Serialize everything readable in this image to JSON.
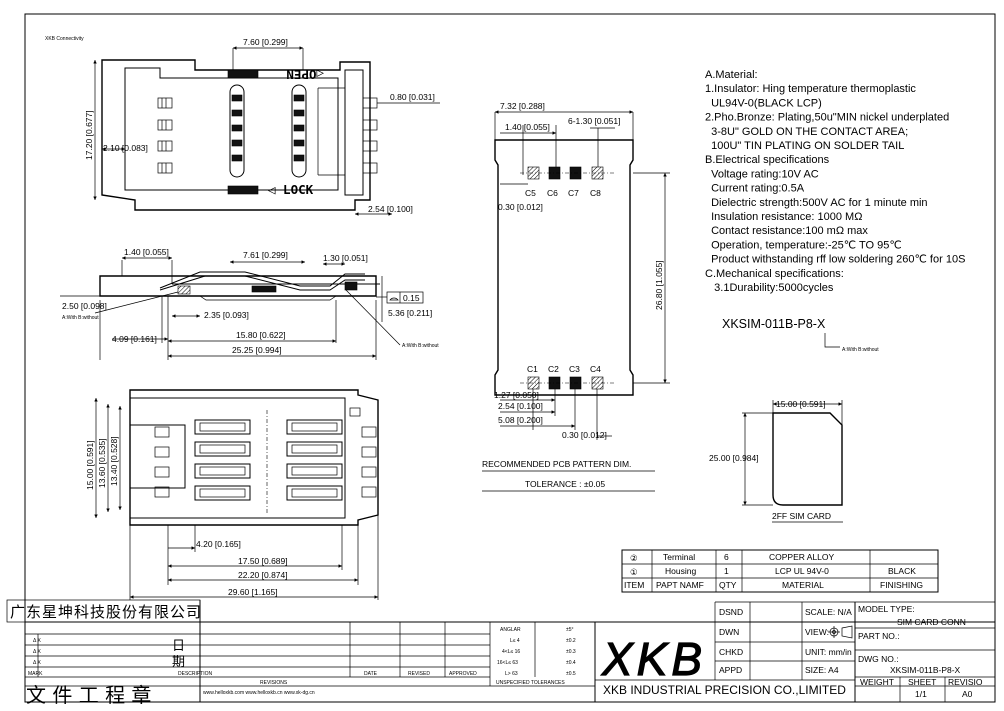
{
  "corner_label": "XKB Connectivity",
  "top_view": {
    "dim_top": "7.60 [0.299]",
    "dim_height": "17.20 [0.677]",
    "dim_left": "2.10 [0.083]",
    "dim_pin_width": "0.80 [0.031]",
    "dim_bottom_right": "2.54 [0.100]",
    "label_open": "◁OPEN",
    "label_lock": "◁ LOCK"
  },
  "side_view": {
    "dim_left_top": "1.40 [0.055]",
    "dim_mid_top": "7.61 [0.299]",
    "dim_right_top": "1.30 [0.051]",
    "dim_height": "2.50 [0.098]",
    "ab_left": "A:With  B:without",
    "dim_235": "2.35 [0.093]",
    "flatness": "0.15",
    "dim_536": "5.36 [0.211]",
    "dim_409": "4.09 [0.161]",
    "dim_1580": "15.80 [0.622]",
    "dim_2525": "25.25 [0.994]",
    "ab_right": "A:With  B:without"
  },
  "bottom_view": {
    "dim_15": "15.00 [0.591]",
    "dim_1360": "13.60 [0.535]",
    "dim_1340": "13.40 [0.528]",
    "dim_420": "4.20 [0.165]",
    "dim_1750": "17.50 [0.689]",
    "dim_2220": "22.20 [0.874]",
    "dim_2960": "29.60 [1.165]"
  },
  "pcb": {
    "dim_732": "7.32 [0.288]",
    "dim_140": "1.40 [0.055]",
    "dim_6x130": "6-1.30 [0.051]",
    "dim_030a": "0.30 [0.012]",
    "dim_2680": "26.80 [1.055]",
    "dim_127": "1.27 [0.050]",
    "dim_254": "2.54 [0.100]",
    "dim_508": "5.08 [0.200]",
    "dim_030b": "0.30 [0.012]",
    "pads_top": [
      "C5",
      "C6",
      "C7",
      "C8"
    ],
    "pads_bottom": [
      "C1",
      "C2",
      "C3",
      "C4"
    ],
    "title": "RECOMMENDED  PCB  PATTERN  DIM.",
    "tolerance": "TOLERANCE : ±0.05"
  },
  "specs": [
    "A.Material:",
    "1.Insulator: Hing temperature thermoplastic",
    "  UL94V-0(BLACK LCP)",
    "2.Pho.Bronze: Plating,50u\"MIN nickel underplated",
    "  3-8U\" GOLD ON THE CONTACT AREA;",
    "  100U\" TIN PLATING ON SOLDER TAIL",
    "B.Electrical specifications",
    "  Voltage rating:10V AC",
    "  Current rating:0.5A",
    "  Dielectric strength:500V AC for 1 minute min",
    "  Insulation resistance: 1000 MΩ",
    "  Contact resistance:100 mΩ max",
    "  Operation, temperature:-25℃ TO 95℃",
    "  Product withstanding rff low soldering 260℃ for 10S",
    "C.Mechanical specifications:",
    "   3.1Durability:5000cycles"
  ],
  "part_code": "XKSIM-011B-P8-X",
  "part_code_note": "A:With  B:without",
  "sim_card": {
    "dim_w": "15.00 [0.591]",
    "dim_h": "25.00 [0.984]",
    "label": "2FF SIM CARD"
  },
  "bom": {
    "rows": [
      {
        "item": "②",
        "name": "Terminal",
        "qty": "6",
        "material": "COPPER ALLOY",
        "finishing": ""
      },
      {
        "item": "①",
        "name": "Housing",
        "qty": "1",
        "material": "LCP UL 94V-0",
        "finishing": "BLACK"
      }
    ],
    "header": {
      "item": "ITEM",
      "name": "PAPT NAMF",
      "qty": "QTY",
      "material": "MATERIAL",
      "finishing": "FINISHING"
    }
  },
  "company_cn": "广东星坤科技股份有限公司",
  "stamp_bottom": "文 件 工 程 章",
  "stamp_side": [
    "日",
    "期"
  ],
  "revision_rows": [
    "Δ X",
    "Δ X",
    "Δ X"
  ],
  "revision_header": {
    "mark": "MARK",
    "description": "DESCRIPTION",
    "revisions": "REVISIONS",
    "date": "DATE",
    "revised": "REVISED",
    "approved": "APPROVED"
  },
  "websites": "www.helloxkb.com   www.helloxkb.cn  www.xk-dg.cn",
  "tolerances": {
    "header": [
      "ANGLAR",
      "±5°"
    ],
    "rows": [
      [
        "L≤  4",
        "±0.2"
      ],
      [
        "4<L≤  16",
        "±0.3"
      ],
      [
        "16<L≤  63",
        "±0.4"
      ],
      [
        "L>  63",
        "±0.5"
      ]
    ],
    "footer": "UNSPECIFIED TOLERANCES"
  },
  "logo": "XKB",
  "company_en": "XKB INDUSTRIAL PRECISION CO.,LIMITED",
  "title_block": {
    "dsnd": "DSND",
    "dwn": "DWN",
    "chkd": "CHKD",
    "appd": "APPD",
    "scale": "SCALE: N/A",
    "view": "VIEW:",
    "unit": "UNIT: mm/in",
    "size": "SIZE: A4",
    "model_type_label": "MODEL TYPE:",
    "model_type": "SIM CARD CONN",
    "part_no_label": "PART NO.:",
    "dwg_no_label": "DWG NO.:",
    "dwg_no": "XKSIM-011B-P8-X",
    "weight": "WEIGHT",
    "sheet": "SHEET",
    "revision": "REVISIO",
    "sheet_val": "1/1",
    "rev_val": "A0"
  }
}
